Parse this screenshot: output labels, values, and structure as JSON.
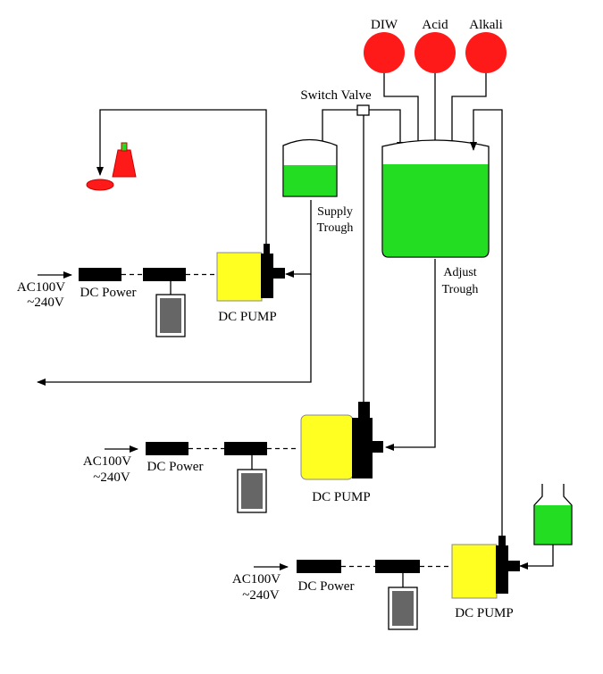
{
  "tanks": {
    "diw": "DIW",
    "acid": "Acid",
    "alkali": "Alkali"
  },
  "switch_valve": "Switch Valve",
  "supply_trough": [
    "Supply",
    "Trough"
  ],
  "adjust_trough": [
    "Adjust",
    "Trough"
  ],
  "power_lines": [
    {
      "ac": [
        "AC100V",
        "~240V"
      ],
      "dc_power": "DC Power",
      "pump": "DC PUMP"
    },
    {
      "ac": [
        "AC100V",
        "~240V"
      ],
      "dc_power": "DC Power",
      "pump": "DC PUMP"
    },
    {
      "ac": [
        "AC100V",
        "~240V"
      ],
      "dc_power": "DC Power",
      "pump": "DC PUMP"
    }
  ],
  "colors": {
    "tank_red": "#ff1a1a",
    "liquid_green": "#22dd22",
    "pump_yellow": "#ffff22",
    "module_black": "#000000",
    "controller_gray": "#666666"
  }
}
